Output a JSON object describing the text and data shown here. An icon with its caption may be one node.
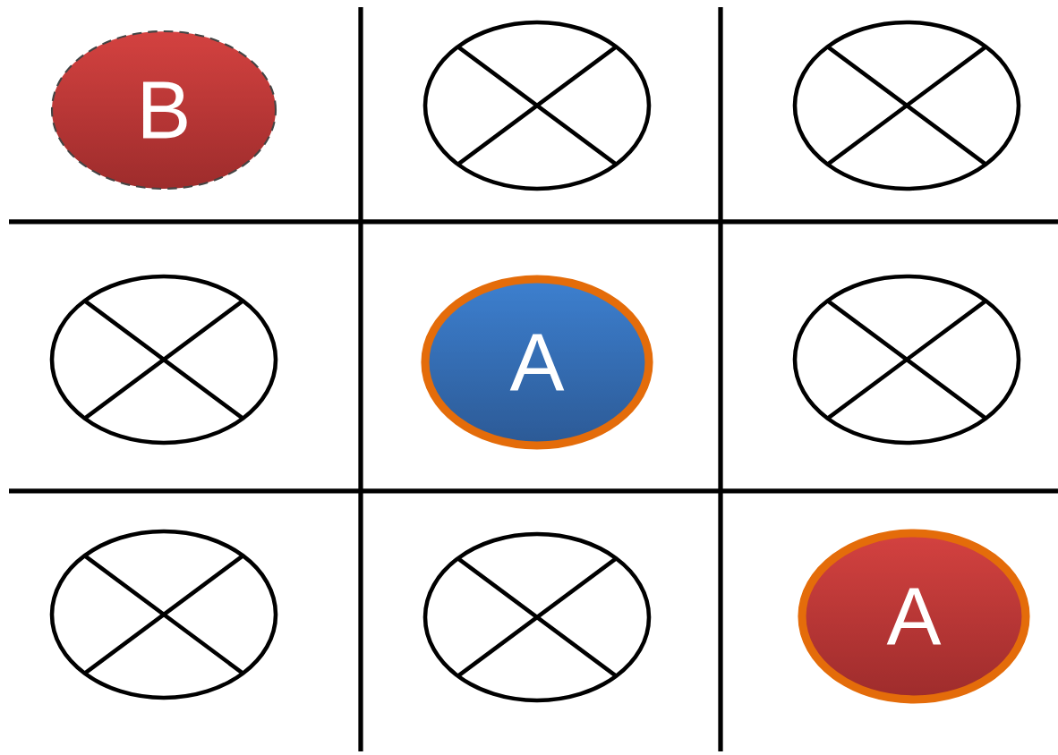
{
  "diagram": {
    "nodes": [
      {
        "text": [
          "B"
        ]
      },
      {
        "text": [],
        "shape": "circle"
      },
      {
        "text": [],
        "shape": "circle"
      },
      {
        "text": [],
        "shape": "circle"
      },
      {
        "text": [
          "A"
        ]
      },
      {
        "text": [],
        "shape": "circle"
      },
      {
        "text": [],
        "shape": "circle"
      },
      {
        "text": [],
        "shape": "circle"
      },
      {
        "text": [
          "A"
        ]
      }
    ]
  }
}
